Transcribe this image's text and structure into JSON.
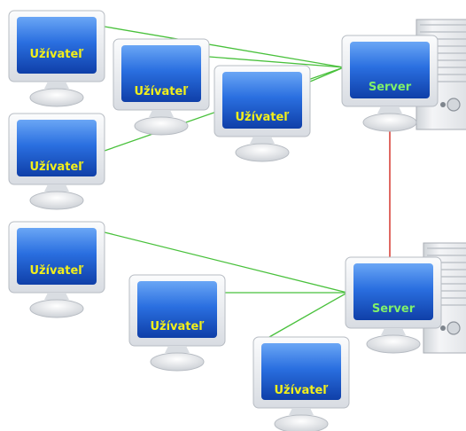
{
  "colors": {
    "user_label": "#f2ef1a",
    "server_label": "#7ff06a",
    "client_link": "#49c13c",
    "server_link": "#d9443c",
    "screen": "#1f5fd2",
    "bezel": "#eef0f3"
  },
  "nodes": [
    {
      "id": "u1",
      "kind": "client",
      "label": "Užívateľ",
      "icon": "monitor-icon"
    },
    {
      "id": "u2",
      "kind": "client",
      "label": "Užívateľ",
      "icon": "monitor-icon"
    },
    {
      "id": "u3",
      "kind": "client",
      "label": "Užívateľ",
      "icon": "monitor-icon"
    },
    {
      "id": "u4",
      "kind": "client",
      "label": "Užívateľ",
      "icon": "monitor-icon"
    },
    {
      "id": "u5",
      "kind": "client",
      "label": "Užívateľ",
      "icon": "monitor-icon"
    },
    {
      "id": "u6",
      "kind": "client",
      "label": "Užívateľ",
      "icon": "monitor-icon"
    },
    {
      "id": "u7",
      "kind": "client",
      "label": "Užívateľ",
      "icon": "monitor-icon"
    },
    {
      "id": "s1",
      "kind": "server",
      "label": "Server",
      "icon": "server-icon"
    },
    {
      "id": "s2",
      "kind": "server",
      "label": "Server",
      "icon": "server-icon"
    }
  ],
  "edges": [
    {
      "from": "u1",
      "to": "s1",
      "kind": "client-link"
    },
    {
      "from": "u2",
      "to": "s1",
      "kind": "client-link"
    },
    {
      "from": "u3",
      "to": "s1",
      "kind": "client-link"
    },
    {
      "from": "u4",
      "to": "s1",
      "kind": "client-link"
    },
    {
      "from": "u5",
      "to": "s2",
      "kind": "client-link"
    },
    {
      "from": "u6",
      "to": "s2",
      "kind": "client-link"
    },
    {
      "from": "u7",
      "to": "s2",
      "kind": "client-link"
    },
    {
      "from": "s1",
      "to": "s2",
      "kind": "server-link"
    }
  ]
}
